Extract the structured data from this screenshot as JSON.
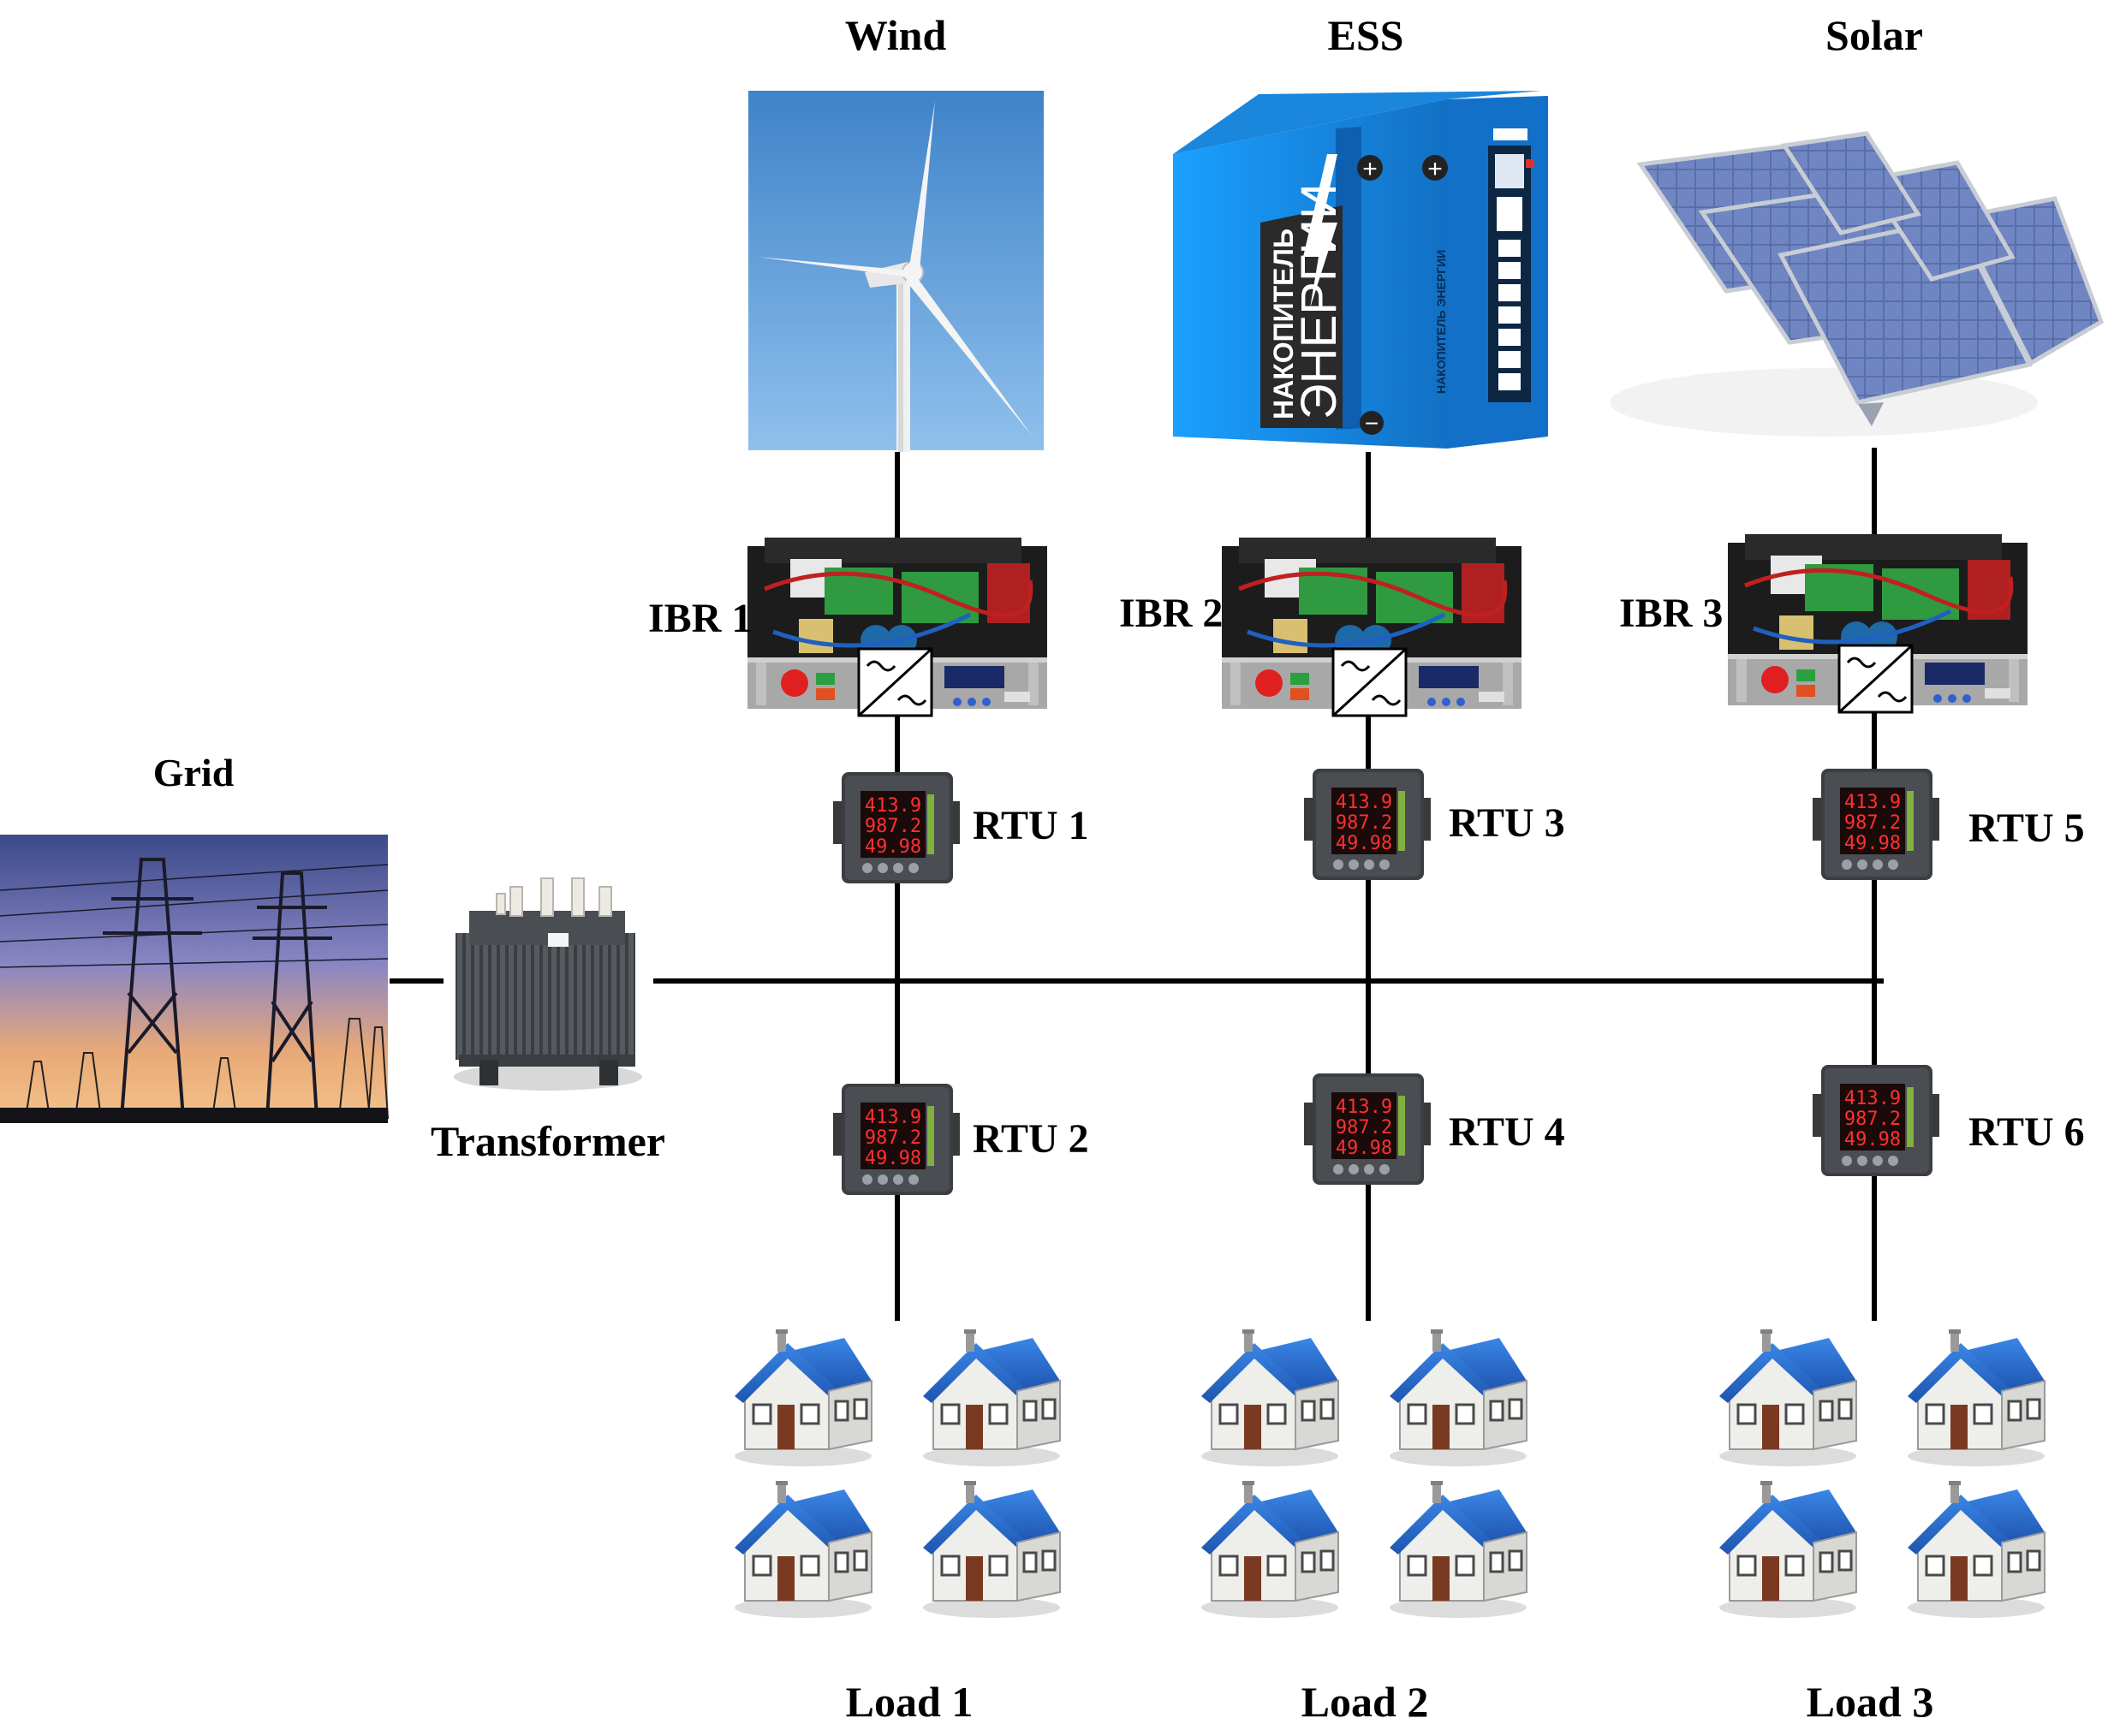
{
  "sources": {
    "wind": {
      "label": "Wind"
    },
    "ess": {
      "label": "ESS"
    },
    "solar": {
      "label": "Solar"
    }
  },
  "ess_unit": {
    "text_main": "НАКОПИТЕЛЬ",
    "text_big": "ЭНЕРГИИ",
    "text_side": "НАКОПИТЕЛЬ ЭНЕРГИИ",
    "plus": "+",
    "minus": "−"
  },
  "grid": {
    "label": "Grid"
  },
  "transformer": {
    "label": "Transformer"
  },
  "ibrs": [
    {
      "label": "IBR 1"
    },
    {
      "label": "IBR 2"
    },
    {
      "label": "IBR 3"
    }
  ],
  "rtus": [
    {
      "label": "RTU 1"
    },
    {
      "label": "RTU 2"
    },
    {
      "label": "RTU 3"
    },
    {
      "label": "RTU 4"
    },
    {
      "label": "RTU 5"
    },
    {
      "label": "RTU 6"
    }
  ],
  "meter_display": [
    "413.9",
    "987.2",
    "49.98"
  ],
  "loads": [
    {
      "label": "Load 1"
    },
    {
      "label": "Load 2"
    },
    {
      "label": "Load 3"
    }
  ],
  "colors": {
    "sky": "#4f8fcf",
    "ess_blue": "#1f8fe0",
    "house_roof": "#2f6fd0",
    "meter_red": "#ff3030",
    "line": "#000000"
  }
}
